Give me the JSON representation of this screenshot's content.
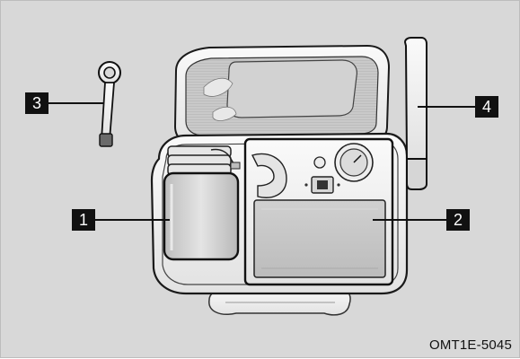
{
  "callouts": {
    "c1": "1",
    "c2": "2",
    "c3": "3",
    "c4": "4"
  },
  "figure_code": "OMT1E-5045",
  "colors": {
    "background": "#d8d8d8",
    "callout_bg": "#111111",
    "callout_text": "#ffffff"
  }
}
